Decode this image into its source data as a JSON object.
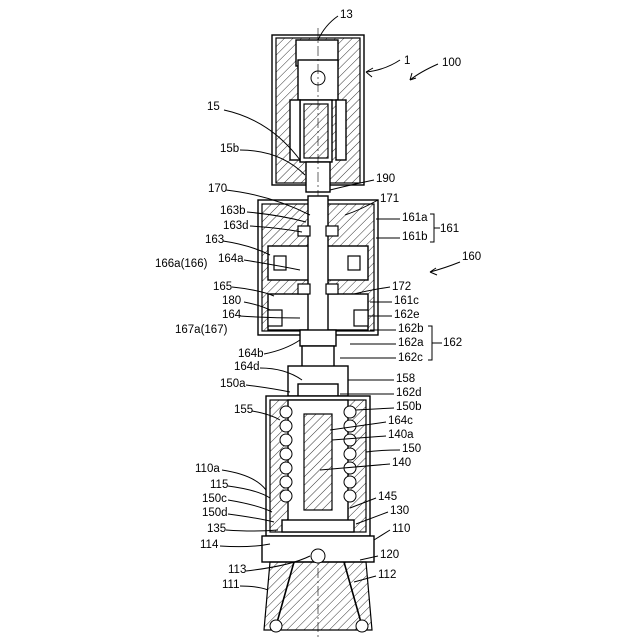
{
  "labels": {
    "l13": "13",
    "l1": "1",
    "l100": "100",
    "l15": "15",
    "l15b": "15b",
    "l190": "190",
    "l170": "170",
    "l171": "171",
    "l163b": "163b",
    "l161a": "161a",
    "l161": "161",
    "l163d": "163d",
    "l163": "163",
    "l161b": "161b",
    "l160": "160",
    "l166a": "166a(166)",
    "l164a": "164a",
    "l165": "165",
    "l172": "172",
    "l180": "180",
    "l161c": "161c",
    "l164": "164",
    "l162e": "162e",
    "l162b": "162b",
    "l167a": "167a(167)",
    "l162a": "162a",
    "l162": "162",
    "l164b": "164b",
    "l162c": "162c",
    "l164d": "164d",
    "l158": "158",
    "l150a": "150a",
    "l162d": "162d",
    "l150b": "150b",
    "l155": "155",
    "l164c": "164c",
    "l140a": "140a",
    "l150": "150",
    "l140": "140",
    "l110a": "110a",
    "l115": "115",
    "l150c": "150c",
    "l145": "145",
    "l150d": "150d",
    "l130": "130",
    "l135": "135",
    "l110": "110",
    "l114": "114",
    "l120": "120",
    "l113": "113",
    "l112": "112",
    "l111": "111"
  }
}
